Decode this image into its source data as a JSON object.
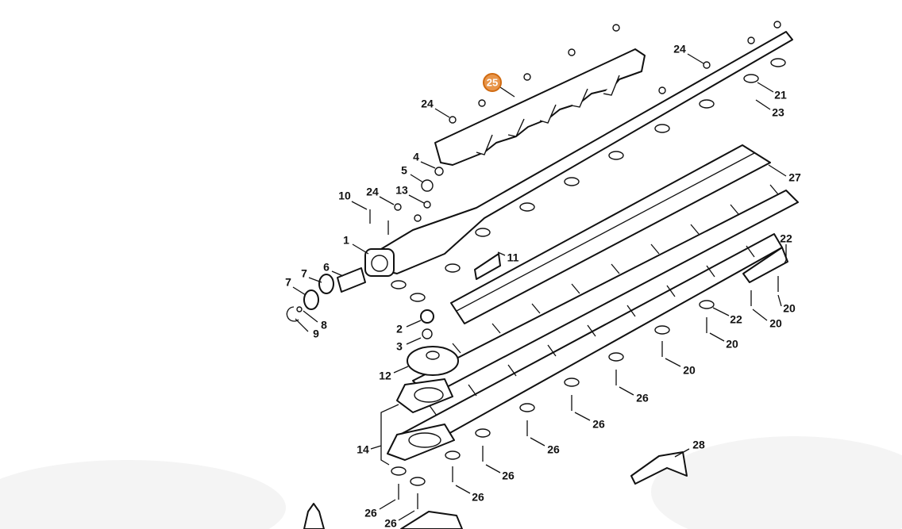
{
  "diagram": {
    "selected_label": "25",
    "highlight_color": "#e8954a",
    "labels": [
      "25",
      "24",
      "21",
      "23",
      "24",
      "4",
      "5",
      "10",
      "24",
      "13",
      "27",
      "1",
      "11",
      "6",
      "7",
      "7",
      "8",
      "9",
      "22",
      "2",
      "3",
      "20",
      "22",
      "20",
      "20",
      "20",
      "12",
      "26",
      "26",
      "14",
      "26",
      "28",
      "26",
      "26",
      "26",
      "26"
    ]
  }
}
